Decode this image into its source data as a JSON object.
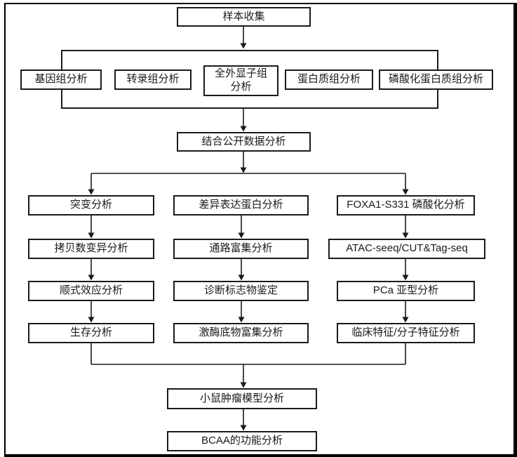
{
  "diagram": {
    "type": "flowchart",
    "nodes": {
      "sample_collection": "样本收集",
      "genomics": "基因组分析",
      "transcriptomics": "转录组分析",
      "wes": "全外显子组\n分析",
      "proteomics": "蛋白质组分析",
      "phosphoproteomics": "磷酸化蛋白质组分析",
      "public_data": "结合公开数据分析",
      "mutation": "突变分析",
      "cnv": "拷贝数变异分析",
      "cis_effect": "顺式效应分析",
      "survival": "生存分析",
      "dep": "差异表达蛋白分析",
      "pathway_enrichment": "通路富集分析",
      "diagnostic_marker": "诊断标志物鉴定",
      "kinase_substrate": "激酶底物富集分析",
      "foxa1_phospho": "FOXA1-S331 磷酸化分析",
      "atac_cut_tag": "ATAC-seeq/CUT&Tag-seq",
      "pca_subtype": "PCa 亚型分析",
      "clinical_molecular": "临床特征/分子特征分析",
      "mouse_model": "小鼠肿瘤模型分析",
      "bcaa_function": "BCAA的功能分析"
    },
    "omics_group_members": [
      "genomics",
      "transcriptomics",
      "wes",
      "proteomics",
      "phosphoproteomics"
    ],
    "edges": [
      {
        "from": "sample_collection",
        "to": "omics_group"
      },
      {
        "from": "omics_group",
        "to": "public_data"
      },
      {
        "from": "public_data",
        "to": "mutation"
      },
      {
        "from": "public_data",
        "to": "foxa1_phospho"
      },
      {
        "from": "mutation",
        "to": "cnv"
      },
      {
        "from": "cnv",
        "to": "cis_effect"
      },
      {
        "from": "cis_effect",
        "to": "survival"
      },
      {
        "from": "dep",
        "to": "pathway_enrichment"
      },
      {
        "from": "pathway_enrichment",
        "to": "diagnostic_marker"
      },
      {
        "from": "diagnostic_marker",
        "to": "kinase_substrate"
      },
      {
        "from": "foxa1_phospho",
        "to": "atac_cut_tag"
      },
      {
        "from": "atac_cut_tag",
        "to": "pca_subtype"
      },
      {
        "from": "pca_subtype",
        "to": "clinical_molecular"
      },
      {
        "from": "survival",
        "to": "mouse_model"
      },
      {
        "from": "clinical_molecular",
        "to": "mouse_model"
      },
      {
        "from": "mouse_model",
        "to": "bcaa_function"
      }
    ]
  },
  "colors": {
    "line": "#1a1a1a",
    "background": "#ffffff",
    "box_fill": "#ffffff",
    "frame": "#000000"
  }
}
